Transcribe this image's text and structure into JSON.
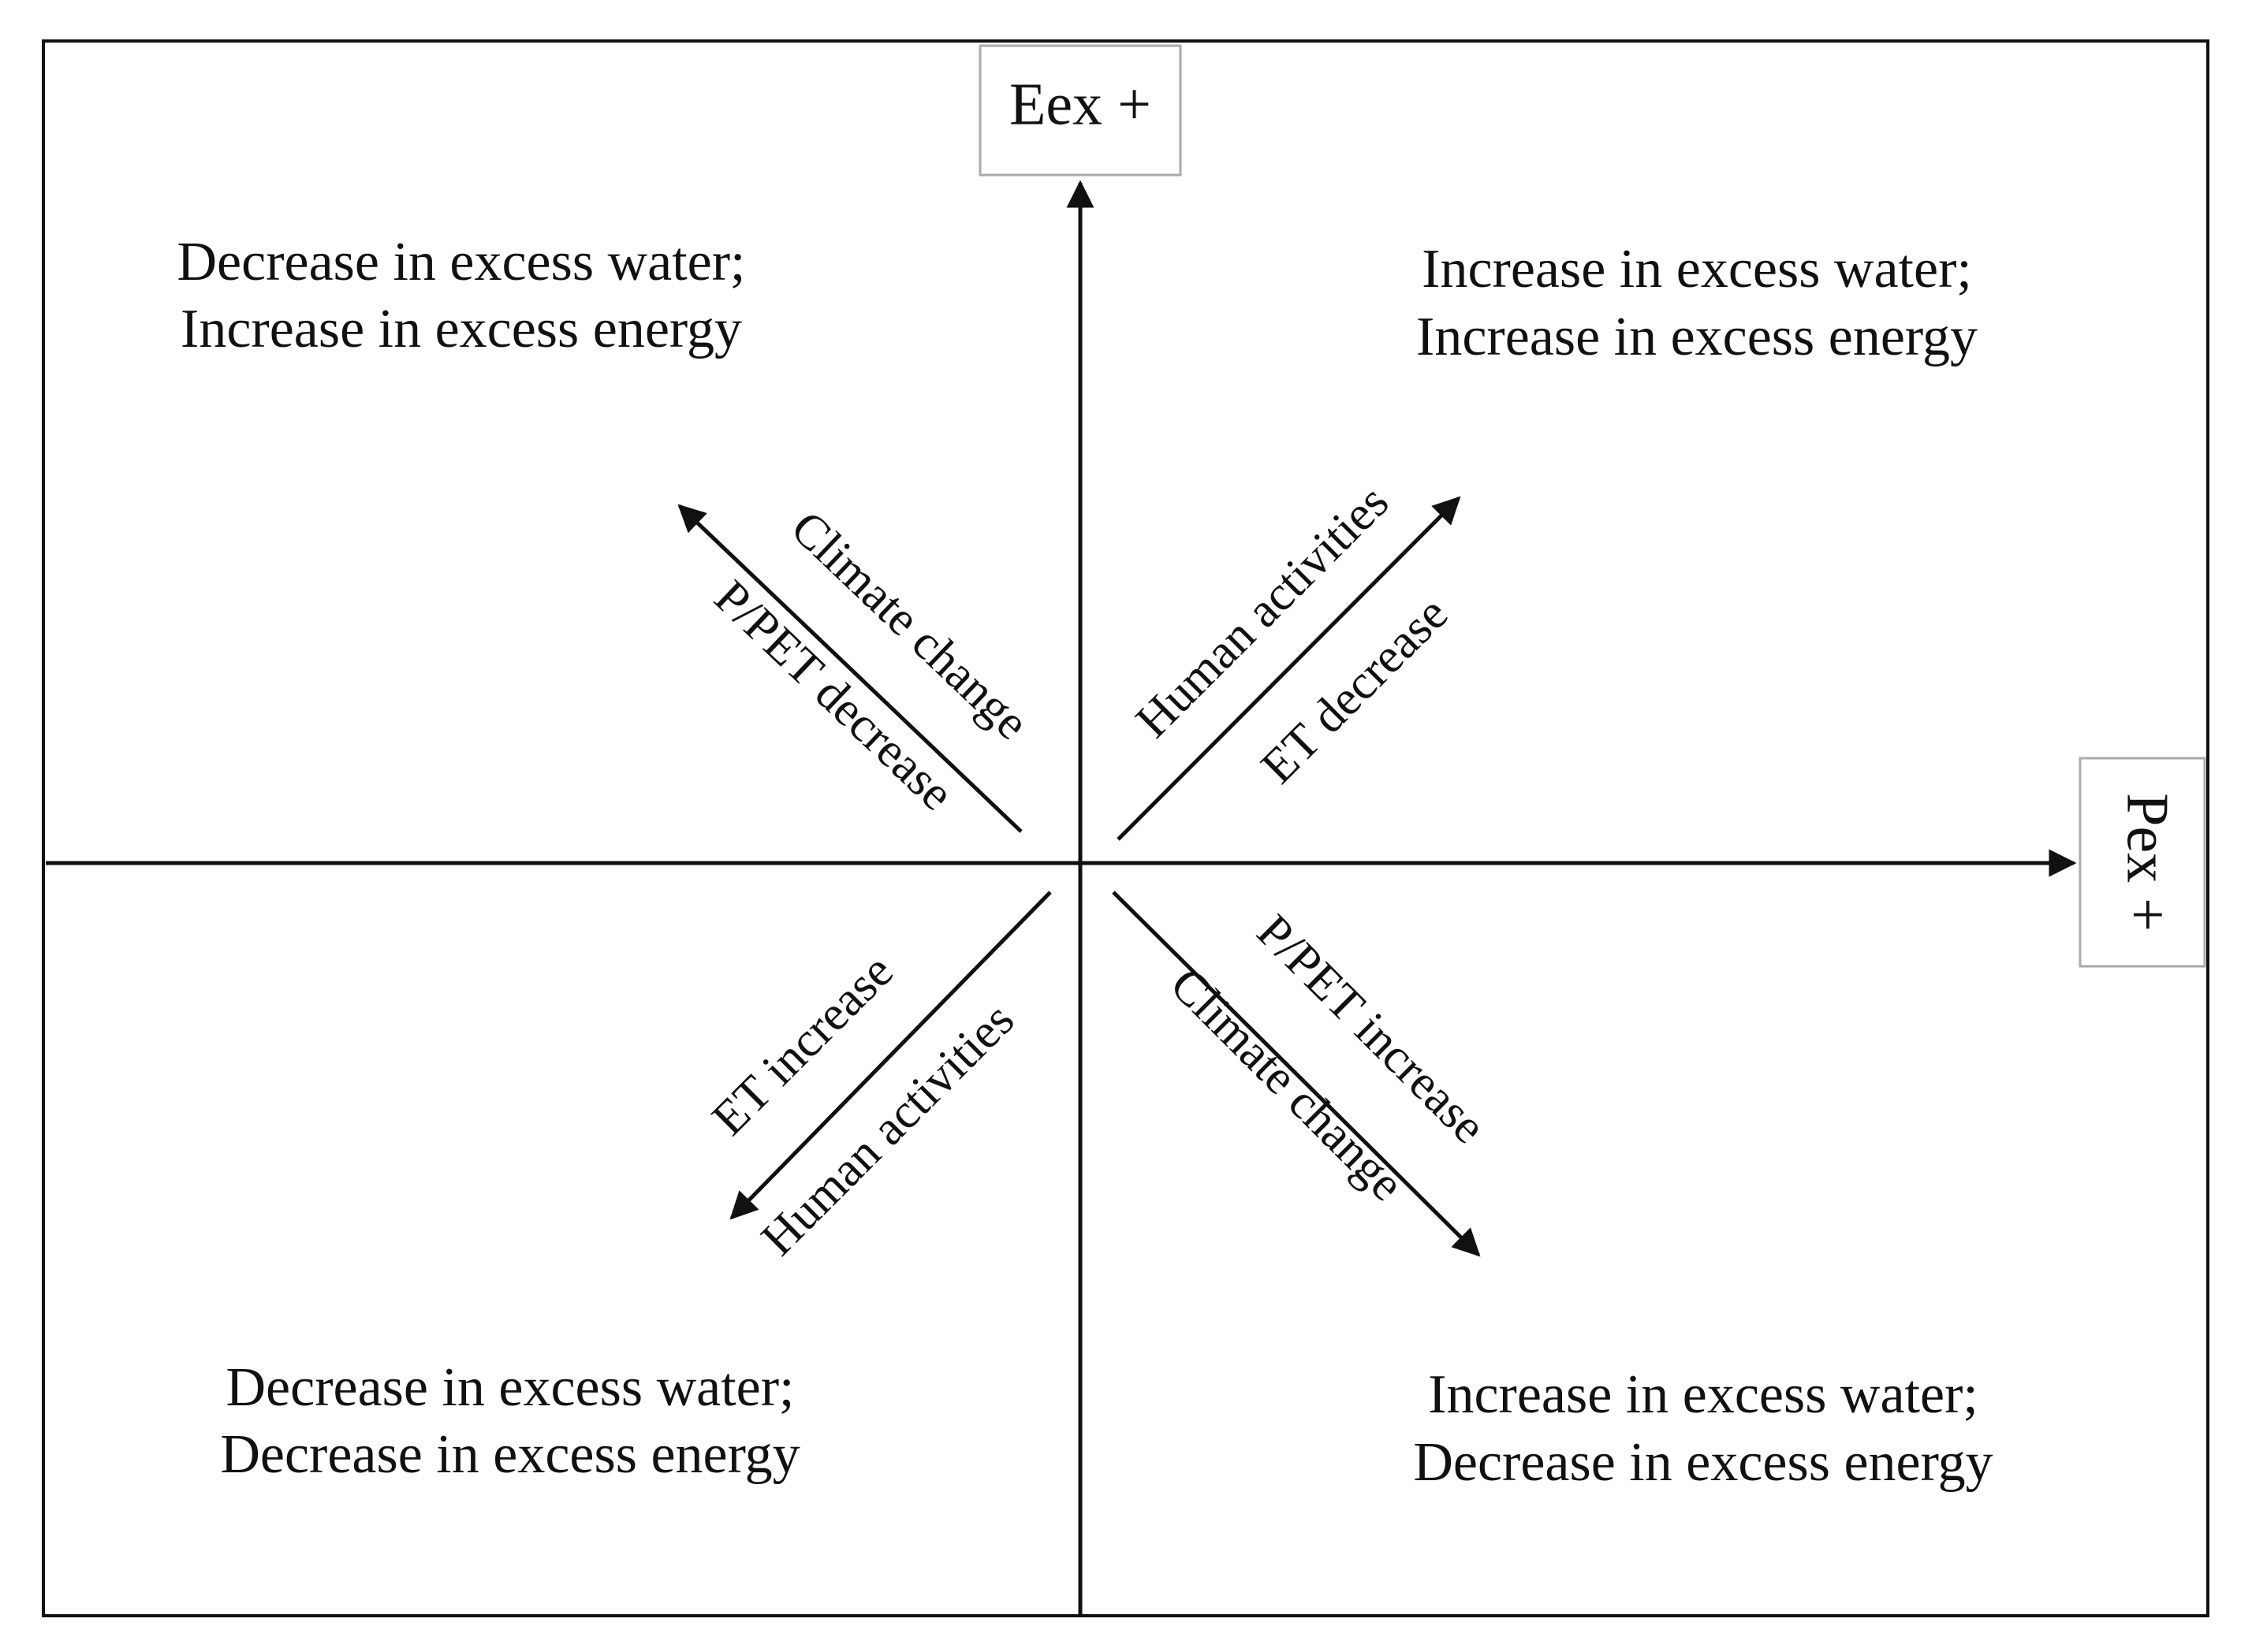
{
  "axes": {
    "vertical_label": "Eex +",
    "horizontal_label": "Pex +"
  },
  "quadrants": {
    "top_left": {
      "line1": "Decrease in excess water;",
      "line2": "Increase in excess energy"
    },
    "top_right": {
      "line1": "Increase in excess water;",
      "line2": "Increase in excess energy"
    },
    "bottom_left": {
      "line1": "Decrease in excess water;",
      "line2": "Decrease in excess energy"
    },
    "bottom_right": {
      "line1": "Increase in excess water;",
      "line2": "Decrease in excess energy"
    }
  },
  "arrows": {
    "top_left": {
      "outer_label": "Climate change",
      "inner_label": "P/PET decrease"
    },
    "top_right": {
      "outer_label": "Human activities",
      "inner_label": "ET decrease"
    },
    "bottom_left": {
      "outer_label": "ET increase",
      "inner_label": "Human activities"
    },
    "bottom_right": {
      "outer_label": "P/PET increase",
      "inner_label": "Climate change"
    }
  }
}
